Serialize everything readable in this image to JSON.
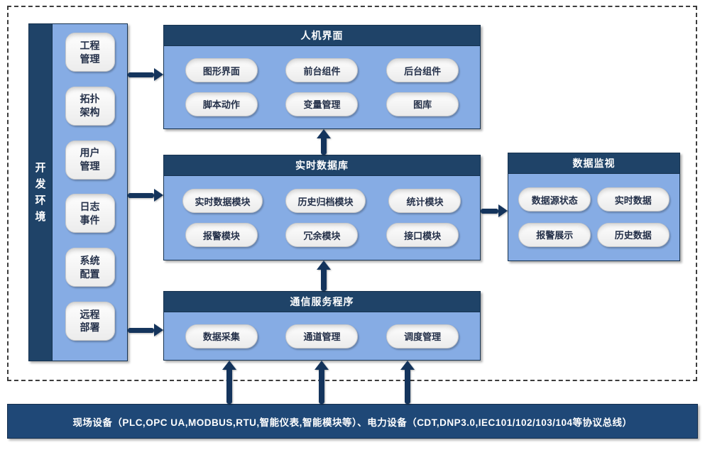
{
  "palette": {
    "header_bg": "#1F4368",
    "panel_bg": "#86ACE4",
    "bus_bg": "#1F4877",
    "arrow_color": "#14345C",
    "pill_text": "#243049"
  },
  "devenv": {
    "title": "开发环境",
    "items": [
      "工程\n管理",
      "拓扑\n架构",
      "用户\n管理",
      "日志\n事件",
      "系统\n配置",
      "远程\n部署"
    ]
  },
  "hmi": {
    "title": "人机界面",
    "items": [
      "图形界面",
      "前台组件",
      "后台组件",
      "脚本动作",
      "变量管理",
      "图库"
    ]
  },
  "rtdb": {
    "title": "实时数据库",
    "items": [
      "实时数据模块",
      "历史归档模块",
      "统计模块",
      "报警模块",
      "冗余模块",
      "接口模块"
    ]
  },
  "comm": {
    "title": "通信服务程序",
    "items": [
      "数据采集",
      "通道管理",
      "调度管理"
    ]
  },
  "monitor": {
    "title": "数据监视",
    "items": [
      "数据源状态",
      "实时数据",
      "报警展示",
      "历史数据"
    ]
  },
  "bus": {
    "label": "现场设备（PLC,OPC UA,MODBUS,RTU,智能仪表,智能模块等）、电力设备（CDT,DNP3.0,IEC101/102/103/104等协议总线）"
  }
}
